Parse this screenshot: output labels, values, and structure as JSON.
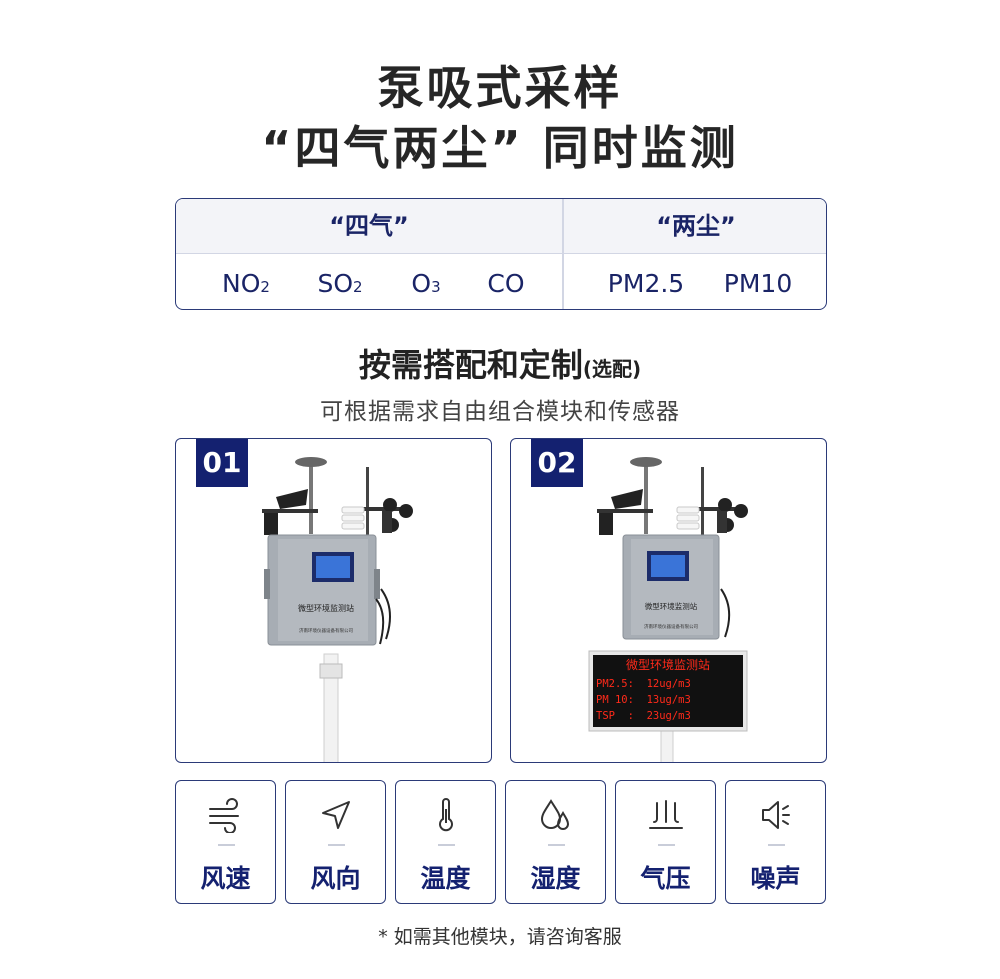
{
  "heading": {
    "line1": "泵吸式采样",
    "line2": "“四气两尘” 同时监测"
  },
  "gas_table": {
    "col1_header": "“四气”",
    "col2_header": "“两尘”",
    "gases": [
      {
        "base": "NO",
        "sub": "2"
      },
      {
        "base": "SO",
        "sub": "2"
      },
      {
        "base": "O",
        "sub": "3"
      },
      {
        "base": "CO",
        "sub": ""
      }
    ],
    "dusts": [
      "PM2.5",
      "PM10"
    ]
  },
  "custom": {
    "title": "按需搭配和定制",
    "title_suffix": "(选配)",
    "desc": "可根据需求自由组合模块和传感器"
  },
  "cards": [
    {
      "badge": "01",
      "panel_label": "微型环境监测站",
      "panel_sub": "济南环境仪器设备有限公司"
    },
    {
      "badge": "02",
      "panel_label": "微型环境监测站",
      "panel_sub": "济南环境仪器设备有限公司",
      "led": {
        "title": "微型环境监测站",
        "rows": [
          "PM2.5:  12ug/m3",
          "PM 10:  13ug/m3",
          "TSP  :  23ug/m3"
        ]
      }
    }
  ],
  "sensors": [
    {
      "label": "风速",
      "icon": "wind-icon"
    },
    {
      "label": "风向",
      "icon": "direction-arrow-icon"
    },
    {
      "label": "温度",
      "icon": "thermometer-icon"
    },
    {
      "label": "湿度",
      "icon": "water-drops-icon"
    },
    {
      "label": "气压",
      "icon": "pressure-icon"
    },
    {
      "label": "噪声",
      "icon": "speaker-icon"
    }
  ],
  "footnote": "* 如需其他模块，请咨询客服",
  "colors": {
    "navy": "#142170",
    "border": "#2b3a78",
    "led_red": "#ff2a1a"
  }
}
